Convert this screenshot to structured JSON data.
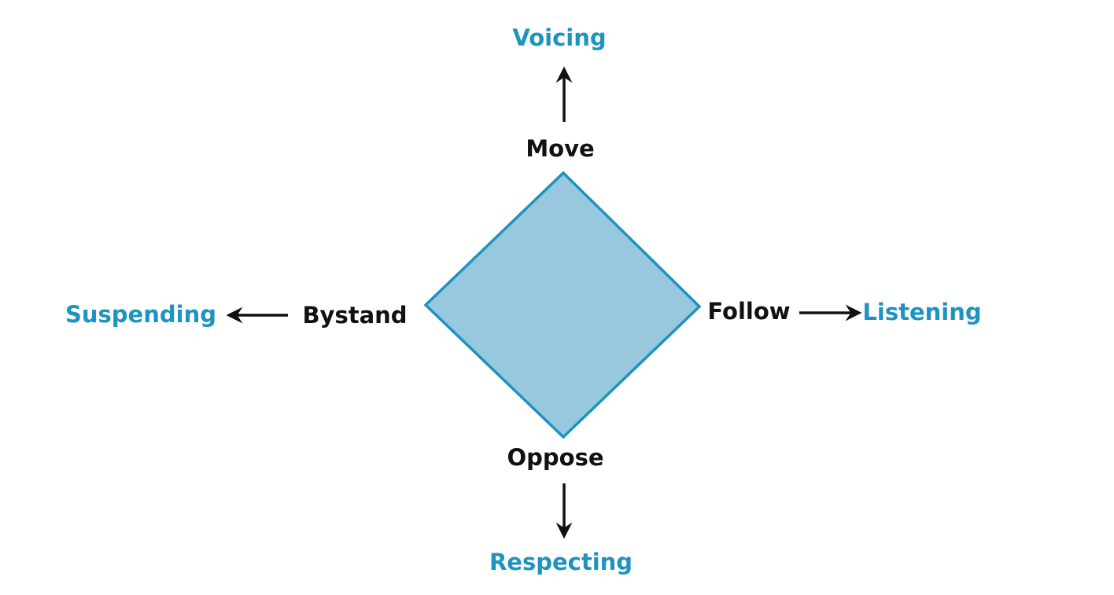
{
  "colors": {
    "diamond_fill": "#97c8de",
    "diamond_stroke": "#1e93bf",
    "practice_text": "#1e93bf",
    "stance_text": "#111111",
    "arrow": "#111111"
  },
  "stances": {
    "top": "Move",
    "right": "Follow",
    "bottom": "Oppose",
    "left": "Bystand"
  },
  "practices": {
    "top": "Voicing",
    "right": "Listening",
    "bottom": "Respecting",
    "left": "Suspending"
  }
}
